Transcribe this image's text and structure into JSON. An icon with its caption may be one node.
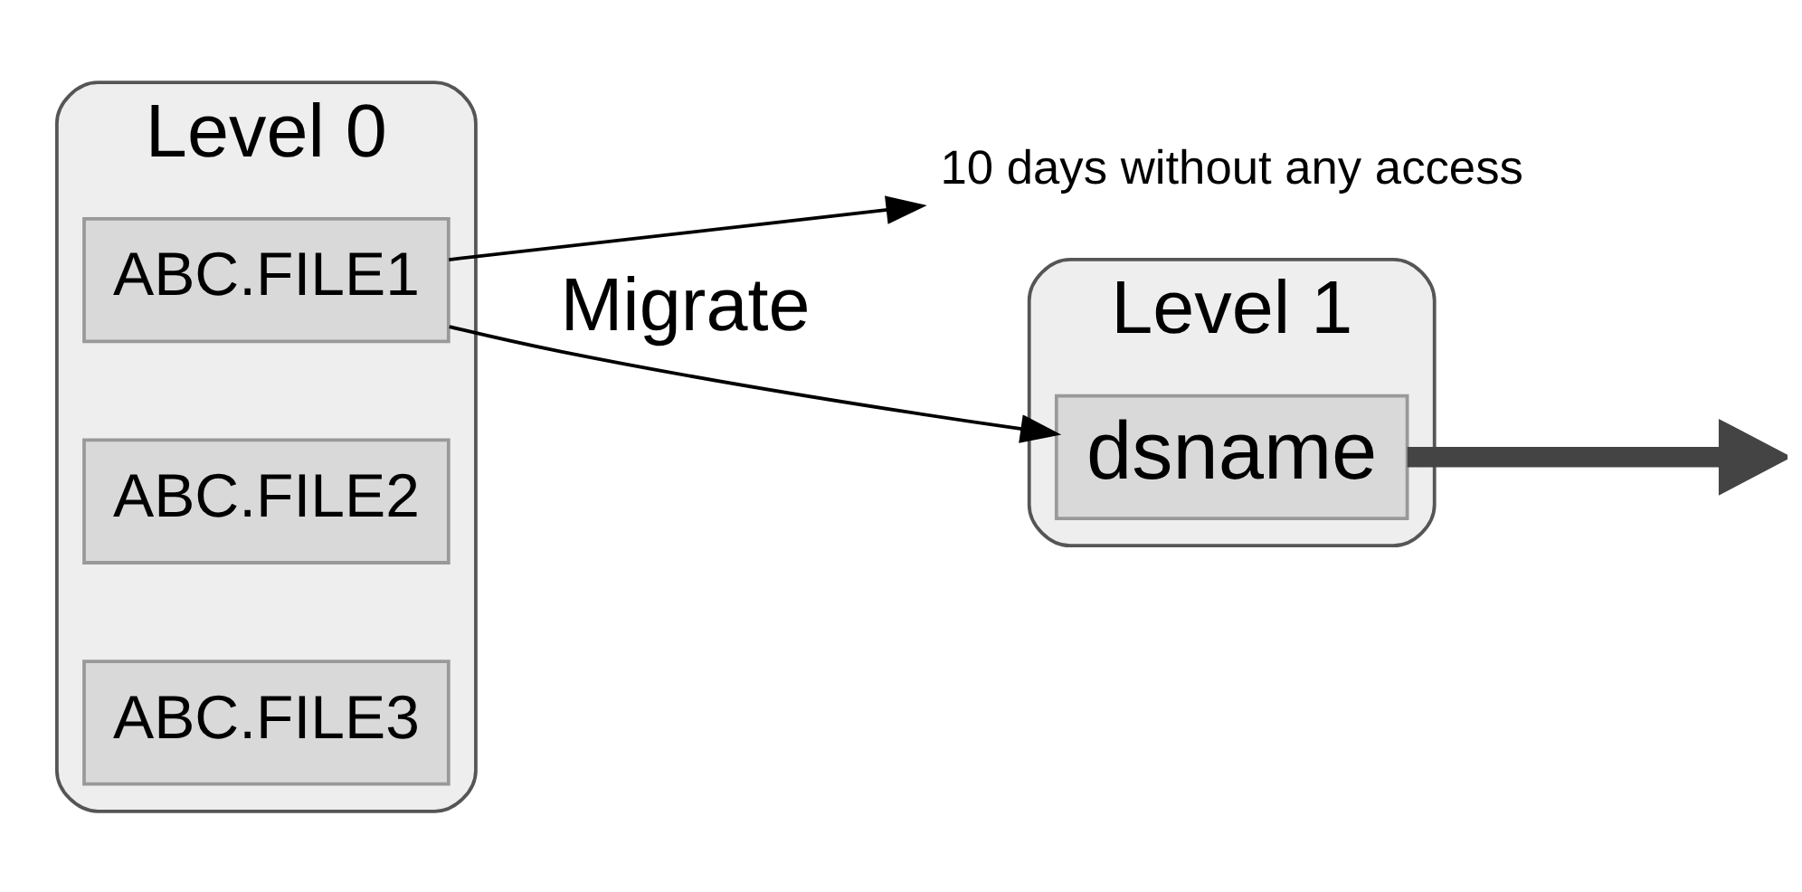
{
  "diagram": {
    "nodes": [
      {
        "text": [
          "Level 0"
        ]
      },
      {
        "text": [
          "ABC.FILE1"
        ],
        "in": 0
      },
      {
        "text": [
          "ABC.FILE2"
        ],
        "in": 0
      },
      {
        "text": [
          "ABC.FILE3"
        ],
        "in": 0
      },
      {
        "text": [
          "10 days without any access"
        ]
      },
      {
        "text": [
          "Level 1"
        ]
      },
      {
        "text": [
          "dsname"
        ],
        "in": 5
      }
    ],
    "edges": [
      {
        "from": 1,
        "to": 4,
        "arrow": "to"
      },
      {
        "from": 1,
        "to": 6,
        "arrow": "to",
        "label": "Migrate"
      },
      {
        "from": 6,
        "to": null,
        "arrow": "to",
        "style": "thick",
        "color": "#444444"
      }
    ]
  }
}
